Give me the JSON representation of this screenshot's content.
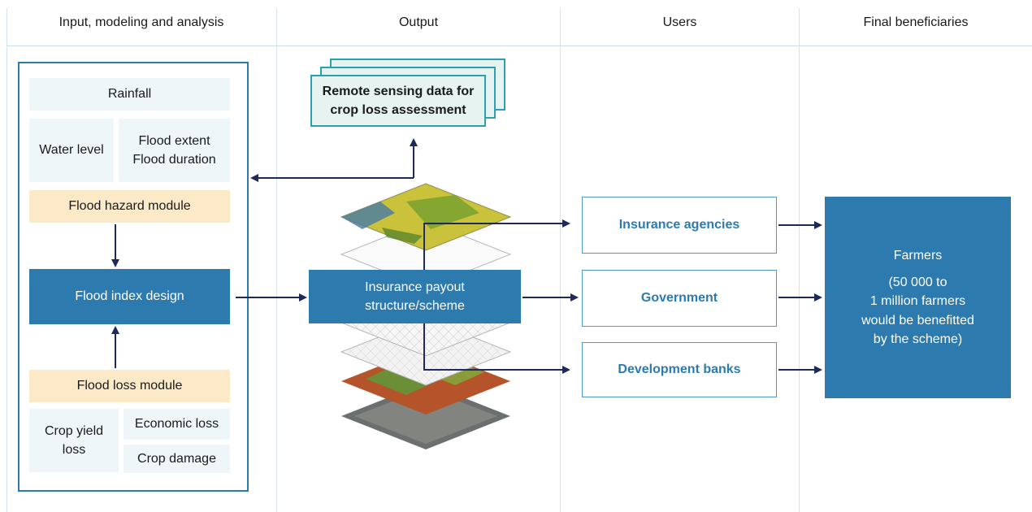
{
  "headers": {
    "input": "Input, modeling and analysis",
    "output": "Output",
    "users": "Users",
    "final": "Final beneficiaries"
  },
  "input": {
    "rainfall": "Rainfall",
    "water_level": "Water level",
    "flood_extent_line1": "Flood extent",
    "flood_extent_line2": "Flood duration",
    "hazard_module": "Flood hazard module",
    "index_design": "Flood index design",
    "loss_module": "Flood loss module",
    "crop_yield_line1": "Crop yield",
    "crop_yield_line2": "loss",
    "economic_loss": "Economic loss",
    "crop_damage": "Crop damage"
  },
  "output": {
    "remote_line1": "Remote sensing data for",
    "remote_line2": "crop loss assessment",
    "payout_line1": "Insurance payout",
    "payout_line2": "structure/scheme"
  },
  "users": {
    "insurance": "Insurance agencies",
    "government": "Government",
    "banks": "Development banks"
  },
  "final": {
    "farmers": "Farmers",
    "line1": "(50 000 to",
    "line2": "1 million farmers",
    "line3": "would be benefitted",
    "line4": "by the scheme)"
  },
  "colors": {
    "primary_blue": "#2d7aaf",
    "light_blue": "#eef6fa",
    "tan": "#fbe9c8",
    "teal": "#2aa1b2",
    "arrow": "#1e2a5a"
  }
}
